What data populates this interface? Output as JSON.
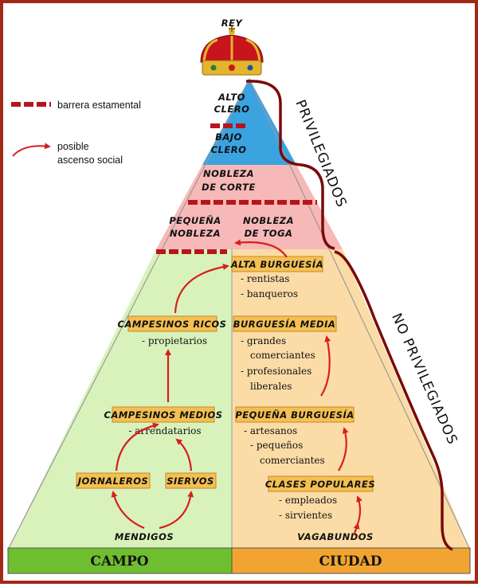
{
  "top": {
    "label": "REY"
  },
  "legend": {
    "barrier": "barrera estamental",
    "ascent_line1": "posible",
    "ascent_line2": "ascenso social"
  },
  "privileged": {
    "alto_clero_1": "ALTO",
    "alto_clero_2": "CLERO",
    "bajo_clero_1": "BAJO",
    "bajo_clero_2": "CLERO",
    "nobleza_corte_1": "NOBLEZA",
    "nobleza_corte_2": "DE CORTE",
    "pequena_nobleza_1": "PEQUEÑA",
    "pequena_nobleza_2": "NOBLEZA",
    "nobleza_toga_1": "NOBLEZA",
    "nobleza_toga_2": "DE TOGA"
  },
  "campo": {
    "campesinos_ricos": "CAMPESINOS RICOS",
    "campesinos_ricos_sub": "- propietarios",
    "campesinos_medios": "CAMPESINOS MEDIOS",
    "campesinos_medios_sub": "- arrendatarios",
    "jornaleros": "JORNALEROS",
    "siervos": "SIERVOS",
    "mendigos": "MENDIGOS"
  },
  "ciudad": {
    "alta_burguesia": "ALTA BURGUESÍA",
    "alta_items": [
      "- rentistas",
      "- banqueros"
    ],
    "burguesia_media": "BURGUESÍA MEDIA",
    "media_items": [
      "- grandes",
      "comerciantes",
      "- profesionales",
      "liberales"
    ],
    "pequena_burguesia": "PEQUEÑA BURGUESÍA",
    "pequena_items": [
      "- artesanos",
      "- pequeños",
      "comerciantes"
    ],
    "clases_populares": "CLASES POPULARES",
    "populares_items": [
      "- empleados",
      "- sirvientes"
    ],
    "vagabundos": "VAGABUNDOS"
  },
  "brackets": {
    "privilegiados": "PRIVILEGIADOS",
    "no_privilegiados": "NO PRIVILEGIADOS"
  },
  "base": {
    "campo": "CAMPO",
    "ciudad": "CIUDAD"
  },
  "colors": {
    "frame": "#a12a17",
    "clero": "#3aa3e0",
    "nobleza": "#f7b8b8",
    "campo_fill": "#d9f2bb",
    "ciudad_fill": "#fbdca6",
    "campo_base": "#6fbe2f",
    "ciudad_base": "#f1a431",
    "label_box": "#f4c053",
    "arrow": "#d61f1f",
    "barrier": "#b8141d"
  }
}
